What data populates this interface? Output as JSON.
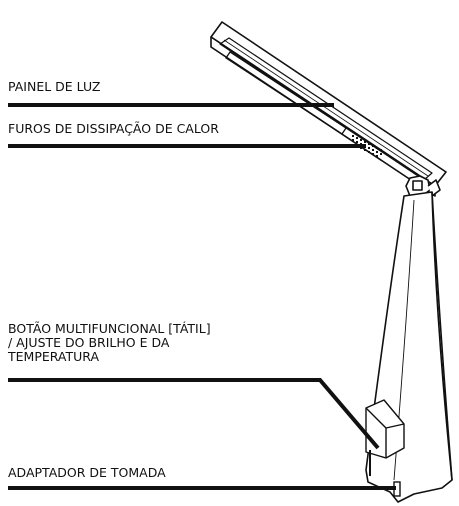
{
  "labels": {
    "light_panel": "PAINEL DE LUZ",
    "heat_vents": "FUROS DE DISSIPAÇÃO DE CALOR",
    "touch_button": "BOTÃO MULTIFUNCIONAL [TÁTIL]\n/ AJUSTE DO BRILHO E DA\nTEMPERATURA",
    "power_adapter": "ADAPTADOR DE TOMADA"
  },
  "colors": {
    "ink": "#111111",
    "background": "#ffffff"
  }
}
